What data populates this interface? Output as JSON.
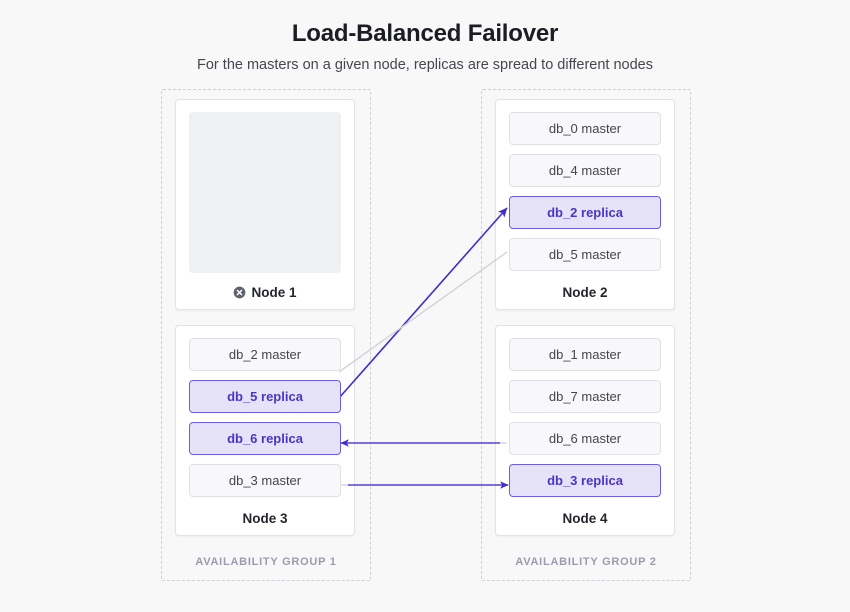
{
  "header": {
    "title": "Load-Balanced Failover",
    "subtitle": "For the masters on a given node, replicas are spread to different nodes"
  },
  "colors": {
    "background": "#f8f8f9",
    "replica_fill": "#e6e3f8",
    "replica_border": "#6c5ce7",
    "replica_text": "#4b35c4",
    "master_fill": "#f8f8fa",
    "master_border": "#e0e1e6",
    "master_text": "#43464d",
    "arrow_active": "#3f2fd0",
    "arrow_inactive": "#d2d2d8",
    "group_border": "#cfd0d6",
    "group_label": "#9b9cab",
    "node_down_icon": "#5f626c"
  },
  "groups": [
    {
      "id": "group-1",
      "label": "AVAILABILITY GROUP 1"
    },
    {
      "id": "group-2",
      "label": "AVAILABILITY GROUP 2"
    }
  ],
  "nodes": [
    {
      "id": "node-1",
      "label": "Node 1",
      "status": "down",
      "status_icon": "circle-x-icon",
      "placeholder": true,
      "chips": []
    },
    {
      "id": "node-2",
      "label": "Node 2",
      "status": "up",
      "placeholder": false,
      "chips": [
        {
          "label": "db_0 master",
          "role": "master"
        },
        {
          "label": "db_4 master",
          "role": "master"
        },
        {
          "label": "db_2 replica",
          "role": "replica"
        },
        {
          "label": "db_5 master",
          "role": "master"
        }
      ]
    },
    {
      "id": "node-3",
      "label": "Node 3",
      "status": "up",
      "placeholder": false,
      "chips": [
        {
          "label": "db_2 master",
          "role": "master"
        },
        {
          "label": "db_5 replica",
          "role": "replica"
        },
        {
          "label": "db_6 replica",
          "role": "replica"
        },
        {
          "label": "db_3 master",
          "role": "master"
        }
      ]
    },
    {
      "id": "node-4",
      "label": "Node 4",
      "status": "up",
      "placeholder": false,
      "chips": [
        {
          "label": "db_1 master",
          "role": "master"
        },
        {
          "label": "db_7 master",
          "role": "master"
        },
        {
          "label": "db_6 master",
          "role": "master"
        },
        {
          "label": "db_3 replica",
          "role": "replica"
        }
      ]
    }
  ],
  "connections": [
    {
      "name": "db_2-master-to-db_2-replica",
      "from": "node-3/db_2 master",
      "to": "node-2/db_2 replica",
      "state": "active"
    },
    {
      "name": "db_5-master-to-db_5-replica",
      "from": "node-2/db_5 master",
      "to": "node-3/db_5 replica",
      "state": "inactive"
    },
    {
      "name": "db_6-master-to-db_6-replica",
      "from": "node-4/db_6 master",
      "to": "node-3/db_6 replica",
      "state": "active"
    },
    {
      "name": "db_3-master-to-db_3-replica",
      "from": "node-3/db_3 master",
      "to": "node-4/db_3 replica",
      "state": "active"
    }
  ]
}
